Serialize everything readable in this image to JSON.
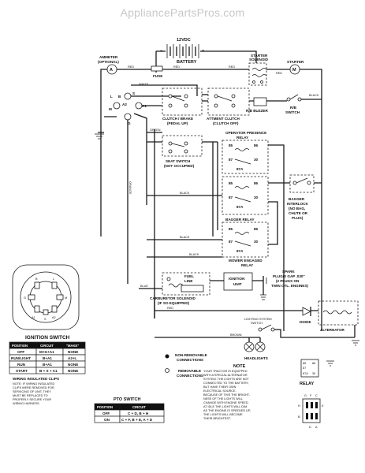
{
  "watermark": "AppliancePartsPros.com",
  "battery": {
    "voltage": "12VDC",
    "label": "BATTERY"
  },
  "ammeter": {
    "label": "AMMETER",
    "sub": "(OPTIONAL)",
    "symbol": "A"
  },
  "fuse_label": "FUSE",
  "starter_solenoid": {
    "line1": "STARTER",
    "line2": "SOLENOID"
  },
  "starter": {
    "label": "STARTER",
    "symbol": "M"
  },
  "switches": {
    "clutch_brake": {
      "line1": "CLUTCH / BRAKE",
      "line2": "(PEDAL UP)"
    },
    "attachment_clutch": {
      "line1": "ATTMENT CLUTCH",
      "line2": "(CLUTCH OFF)"
    },
    "rb_buzzer": "R/B BUZZER",
    "rb_switch": {
      "line1": "R/B",
      "line2": "SWITCH"
    },
    "seat_switch": {
      "line1": "SEAT SWITCH",
      "line2": "(NOT OCCUPIED)"
    },
    "bagger_interlock": {
      "line1": "BAGGER",
      "line2": "INTERLOCK",
      "line3": "(NO BAG,",
      "line4": "CHUTE OR",
      "line5": "PLUG)"
    }
  },
  "relays": {
    "operator_presence": {
      "line1": "OPERATOR PRESENCE",
      "line2": "RELAY"
    },
    "bagger": "BAGGER RELAY",
    "mower_engaged": {
      "line1": "MOWER ENGAGED",
      "line2": "RELAY"
    },
    "pins": {
      "p85": "85",
      "p86": "86",
      "p87": "87",
      "p30": "30",
      "p87a": "87A"
    }
  },
  "wire_colors": {
    "red": "RED",
    "white": "WHITE",
    "black": "BLACK",
    "green": "GREEN",
    "orange": "ORANGE",
    "blue": "BLUE",
    "brown": "BROWN"
  },
  "fuel_line": {
    "line1": "FUEL",
    "line2": "LINE"
  },
  "carburetor": {
    "line1": "CARBURETOR SOLENOID",
    "line2": "(IF SO EQUIPPED)"
  },
  "ignition_unit": {
    "line1": "IGNITION",
    "line2": "UNIT"
  },
  "spark_plug": {
    "line1": "SPARK",
    "line2": "PLUG/S GAP .030\"",
    "line3": "(2 PLUGS ON",
    "line4": "TWIN CYL. ENGINES)"
  },
  "diode_label": "DIODE",
  "alternator_label": "ALTERNATOR",
  "lighting_switch": {
    "line1": "LIGHTING SYSTEM",
    "line2": "SWITCH"
  },
  "headlights_label": "HEADLIGHTS",
  "connections_legend": {
    "non_removable": {
      "line1": "NON-REMOVABLE",
      "line2": "CONNECTIONS"
    },
    "removable": {
      "line1": "REMOVABLE",
      "line2": "CONNECTIONS"
    }
  },
  "ignition_switch": {
    "title": "IGNITION SWITCH",
    "headers": [
      "POSITION",
      "CIRCUIT",
      "\"MAKE\""
    ],
    "rows": [
      [
        "OFF",
        "M+G+A1",
        "NONE"
      ],
      [
        "RUN/LIGHT",
        "B+A1",
        "A2+L"
      ],
      [
        "RUN",
        "B+A1",
        "NONE"
      ],
      [
        "START",
        "B + S + A1",
        "NONE"
      ]
    ],
    "terminals": [
      "B",
      "L",
      "G",
      "M",
      "S",
      "A1",
      "A2"
    ]
  },
  "wiring_note": {
    "line1": "WIRING INSULATED CLIPS",
    "line2": "NOTE: IF WIRING INSULATED",
    "line3": "CLIPS WERE REMOVED FOR",
    "line4": "SERVICING OF UNIT, THEY",
    "line5": "MUST BE REPLACED TO",
    "line6": "PROPERLY SECURE YOUR",
    "line7": "WIRING HARNESS."
  },
  "pto_switch": {
    "title": "PTO SWITCH",
    "headers": [
      "POSITION",
      "CIRCUIT"
    ],
    "rows": [
      [
        "OFF",
        "C + D, B + H"
      ],
      [
        "ON",
        "C + F, B + E, A + D"
      ]
    ]
  },
  "alternator_note": {
    "title": "NOTE",
    "lines": [
      "YOUR TRACTOR IS EQUIPPED",
      "WITH A SPECIAL ALTERNATOR",
      "SYSTEM. THE LIGHTS ARE NOT",
      "CONNECTED TO THE BATTERY,",
      "BUT HAVE THEIR OWN",
      "ELECTRICAL SOURCE.",
      "BECAUSE OF THIS THE BRIGHT-",
      "NESS OF THE LIGHTS WILL",
      "CHANGE WITH ENGINE SPEED.",
      "AT IDLE THE LIGHTS WILL DIM.",
      "AS THE ENGINE IS SPEEDED UP,",
      "THE LIGHTS WILL BECOME",
      "THEIR BRIGHTEST."
    ]
  },
  "relay_key": {
    "label": "RELAY",
    "pins": {
      "p85": "85",
      "p86": "86",
      "p87": "87",
      "p87a": "87A",
      "p30": "30"
    },
    "letters": {
      "g": "G",
      "f": "F",
      "c": "C",
      "h": "H",
      "e": "E",
      "b": "B",
      "d": "D",
      "a": "A"
    }
  }
}
